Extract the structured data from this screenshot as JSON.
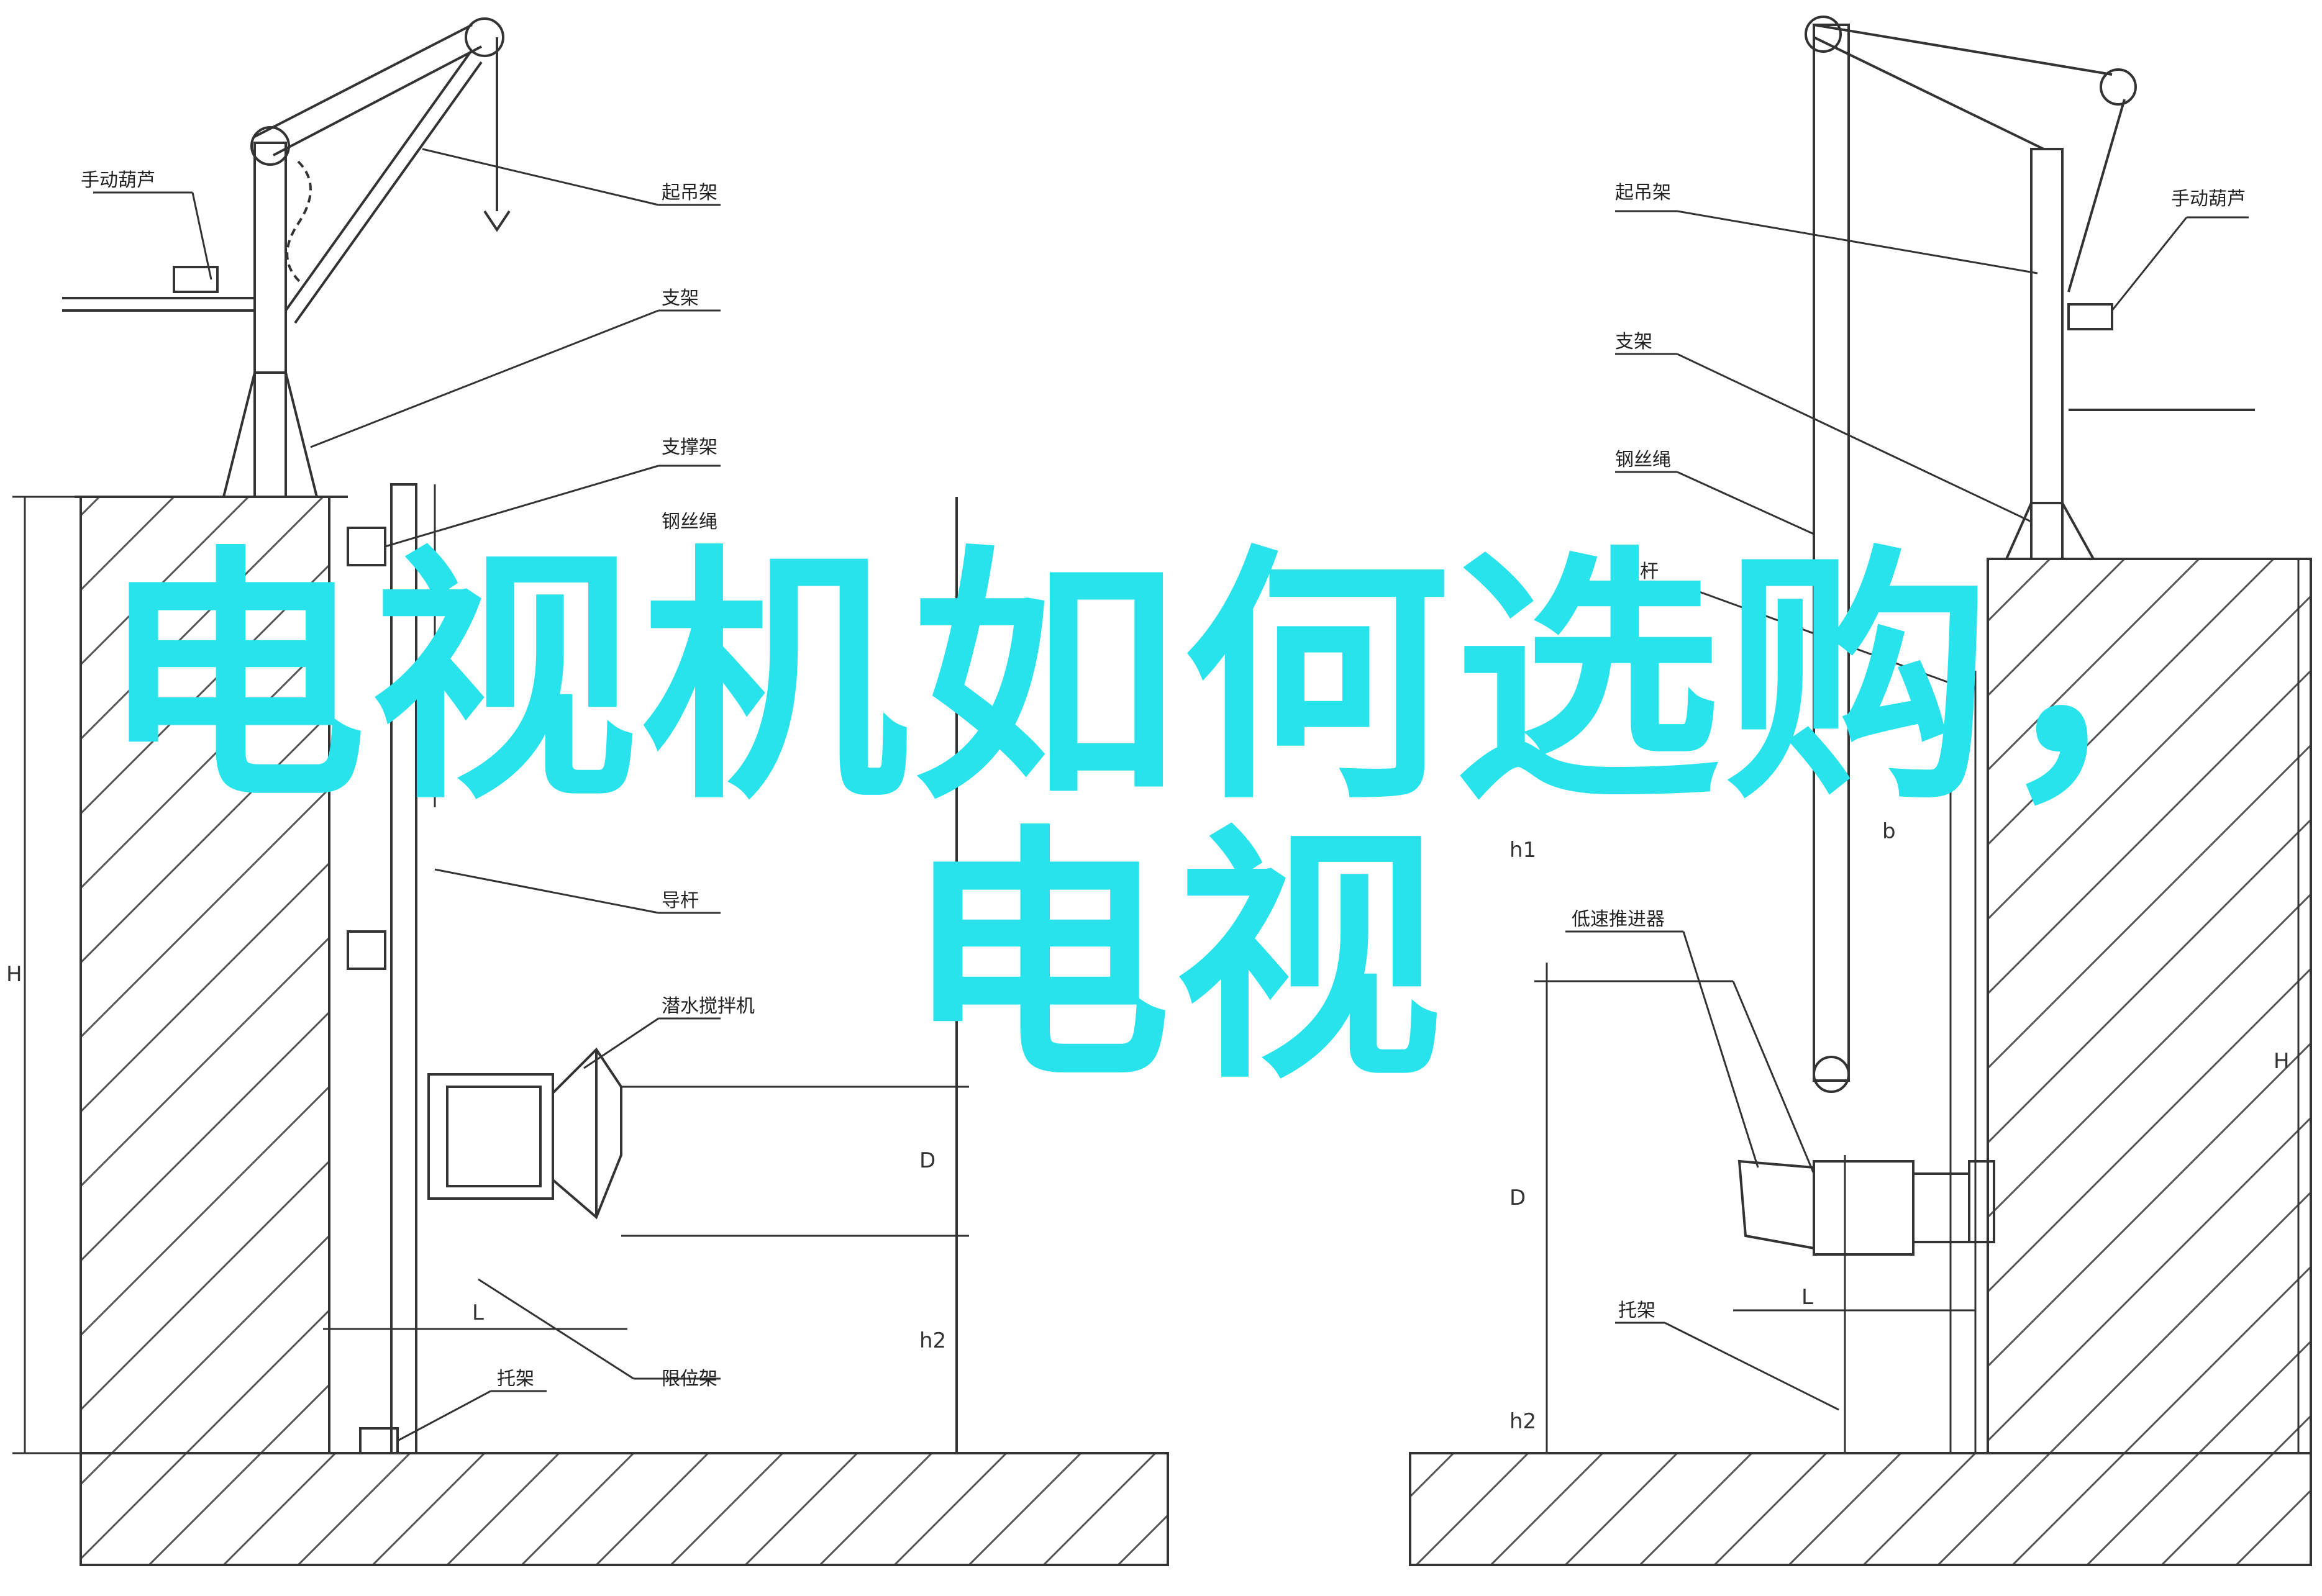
{
  "overlay": {
    "line1": "电视机如何选购，",
    "line2": "电视"
  },
  "left_diagram": {
    "labels": {
      "hoist": "手动葫芦",
      "lifting_frame": "起吊架",
      "bracket": "支架",
      "support_frame": "支撑架",
      "wire_rope": "钢丝绳",
      "guide_rod": "导杆",
      "mixer": "潜水搅拌机",
      "pallet": "托架",
      "limit_frame": "限位架"
    },
    "dims": {
      "H": "H",
      "D": "D",
      "L": "L",
      "h2": "h2"
    }
  },
  "right_diagram": {
    "labels": {
      "lifting_frame": "起吊架",
      "hoist": "手动葫芦",
      "bracket": "支架",
      "wire_rope": "钢丝绳",
      "guide_rod": "导杆",
      "propeller": "低速推进器",
      "pallet": "托架"
    },
    "dims": {
      "H": "H",
      "D": "D",
      "L": "L",
      "h1": "h1",
      "h2": "h2",
      "b": "b"
    }
  },
  "colors": {
    "overlay": "#29e3ec",
    "line": "#333333"
  }
}
